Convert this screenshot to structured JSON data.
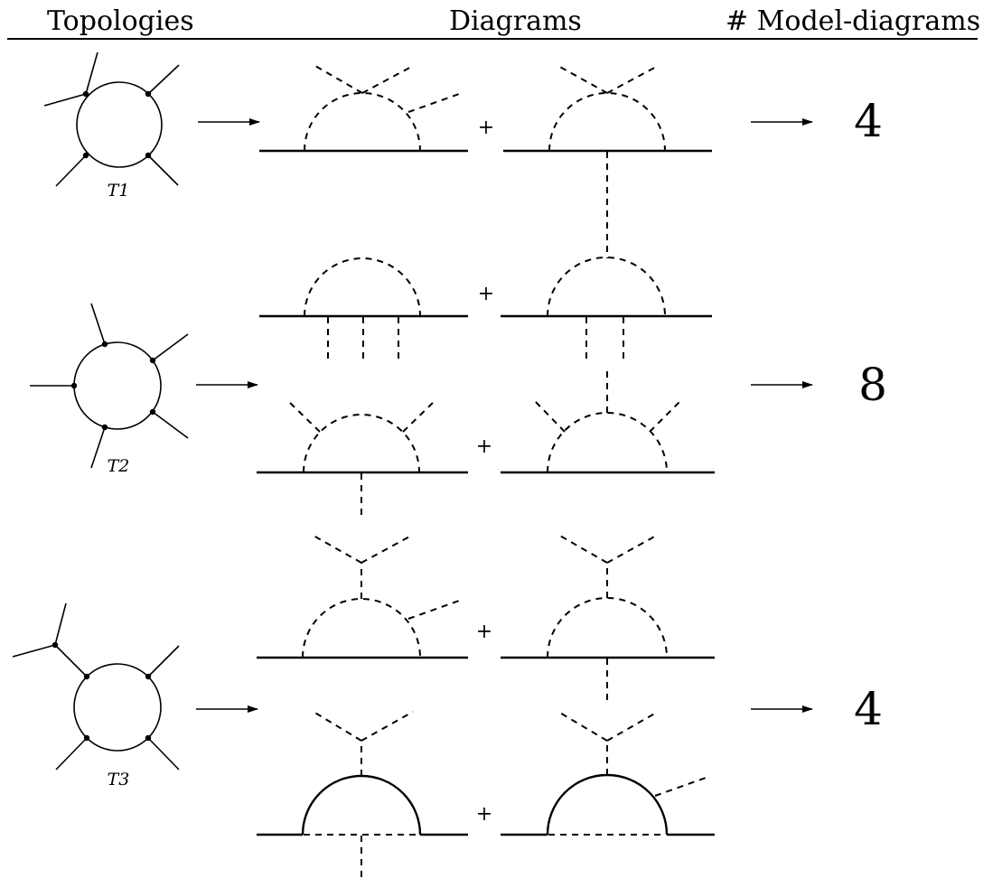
{
  "headers": {
    "topologies": "Topologies",
    "diagrams": "Diagrams",
    "model_diagrams": "# Model-diagrams"
  },
  "rows": [
    {
      "topology": "T1",
      "count": "4"
    },
    {
      "topology": "T2",
      "count": "8"
    },
    {
      "topology": "T3",
      "count": "4"
    }
  ],
  "plus_sign": "+"
}
